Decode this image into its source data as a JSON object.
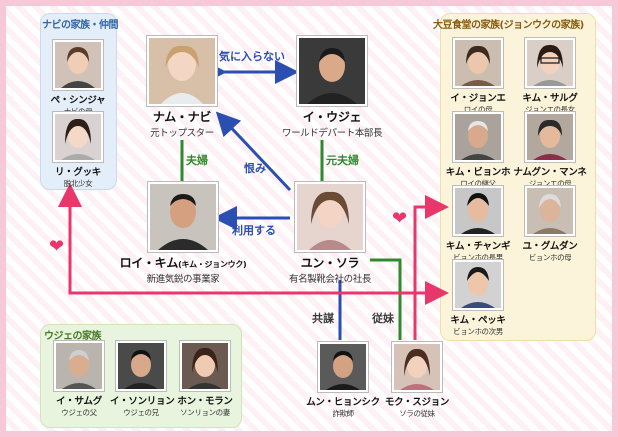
{
  "groups": {
    "navi": "ナビの家族・仲間",
    "ujie": "ウジェの家族",
    "daizu": "大豆食堂の家族(ジョンウクの家族)"
  },
  "main": {
    "nami": {
      "name": "ナム・ナビ",
      "role": "元トップスター"
    },
    "ujie": {
      "name": "イ・ウジェ",
      "role": "ワールドデパート本部長"
    },
    "roi": {
      "name": "ロイ・キム",
      "aka": "(キム・ジョンウク)",
      "role": "新進気鋭の事業家"
    },
    "yun": {
      "name": "ユン・ソラ",
      "role": "有名製靴会社の社長"
    }
  },
  "navi_family": [
    {
      "name": "ペ・シンジャ",
      "role": "ナビの母"
    },
    {
      "name": "リ・グッキ",
      "role": "脱北少女"
    }
  ],
  "ujie_family": [
    {
      "name": "イ・サムグ",
      "role": "ウジェの父"
    },
    {
      "name": "イ・ソンリョン",
      "role": "ウジェの兄"
    },
    {
      "name": "ホン・モラン",
      "role": "ソンリョンの妻"
    }
  ],
  "daizu_family": [
    {
      "name": "イ・ジョンエ",
      "role": "ロイの母"
    },
    {
      "name": "キム・サルグ",
      "role": "ジョンエの長女"
    },
    {
      "name": "キム・ビョンホ",
      "role": "ロイの継父"
    },
    {
      "name": "ナムグン・マンネ",
      "role": "ジョンエの母"
    },
    {
      "name": "キム・チャンギ",
      "role": "ビョンホの長男"
    },
    {
      "name": "ユ・グムダン",
      "role": "ビョンホの母"
    },
    {
      "name": "キム・ペッキ",
      "role": "ビョンホの次男"
    }
  ],
  "bottom": [
    {
      "name": "ムン・ヒョンシク",
      "role": "詐欺師"
    },
    {
      "name": "モク・スジョン",
      "role": "ソラの従妹"
    }
  ],
  "relations": {
    "dislike": "気に入らない",
    "couple": "夫婦",
    "ex_couple": "元夫婦",
    "grudge": "恨み",
    "use": "利用する",
    "conspiracy": "共謀",
    "cousin": "従妹"
  },
  "colors": {
    "blue": "#2a4fb0",
    "green": "#2f8a2f",
    "pink": "#e8376b",
    "dark": "#333333"
  },
  "icons": [
    "heart-icon",
    "heart-icon"
  ]
}
